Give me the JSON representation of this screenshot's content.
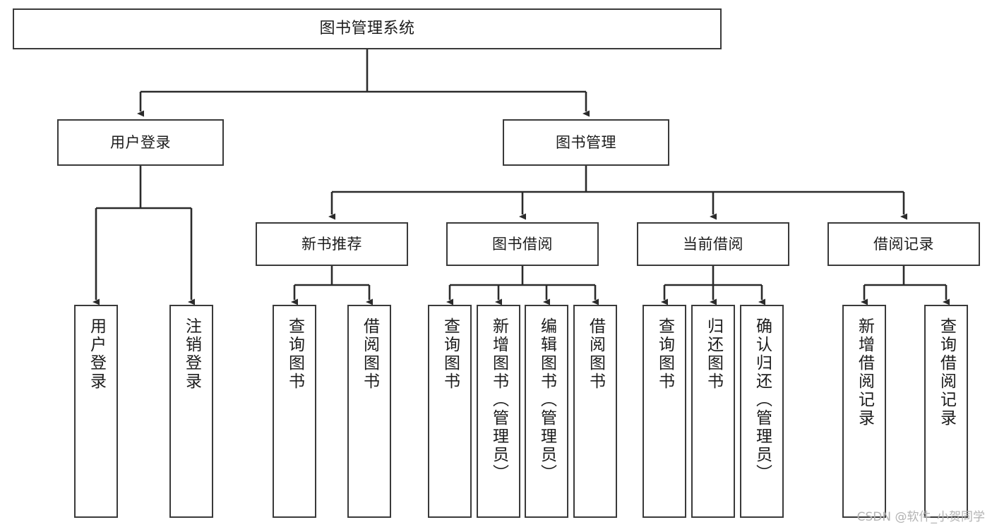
{
  "diagram": {
    "title": "图书管理系统",
    "type": "tree",
    "watermark": "CSDN @软件_小贺同学",
    "colors": {
      "box_border": "#3a3a3a",
      "box_fill": "#ffffff",
      "edge": "#2b2b2b",
      "text": "#1c1c1c",
      "watermark": "#b3b3b3",
      "background": "#ffffff"
    },
    "root": {
      "label": "图书管理系统"
    },
    "level2": [
      {
        "label": "用户登录"
      },
      {
        "label": "图书管理"
      }
    ],
    "level3": [
      {
        "label": "新书推荐"
      },
      {
        "label": "图书借阅"
      },
      {
        "label": "当前借阅"
      },
      {
        "label": "借阅记录"
      }
    ],
    "leaves": {
      "user_login": [
        {
          "label": "用户登录"
        },
        {
          "label": "注销登录"
        }
      ],
      "new_book_recommend": [
        {
          "label": "查询图书"
        },
        {
          "label": "借阅图书"
        }
      ],
      "book_borrow": [
        {
          "label": "查询图书"
        },
        {
          "label": "新增图书（管理员）"
        },
        {
          "label": "编辑图书（管理员）"
        },
        {
          "label": "借阅图书"
        }
      ],
      "current_borrow": [
        {
          "label": "查询图书"
        },
        {
          "label": "归还图书"
        },
        {
          "label": "确认归还（管理员）"
        }
      ],
      "borrow_record": [
        {
          "label": "新增借阅记录"
        },
        {
          "label": "查询借阅记录"
        }
      ]
    }
  }
}
